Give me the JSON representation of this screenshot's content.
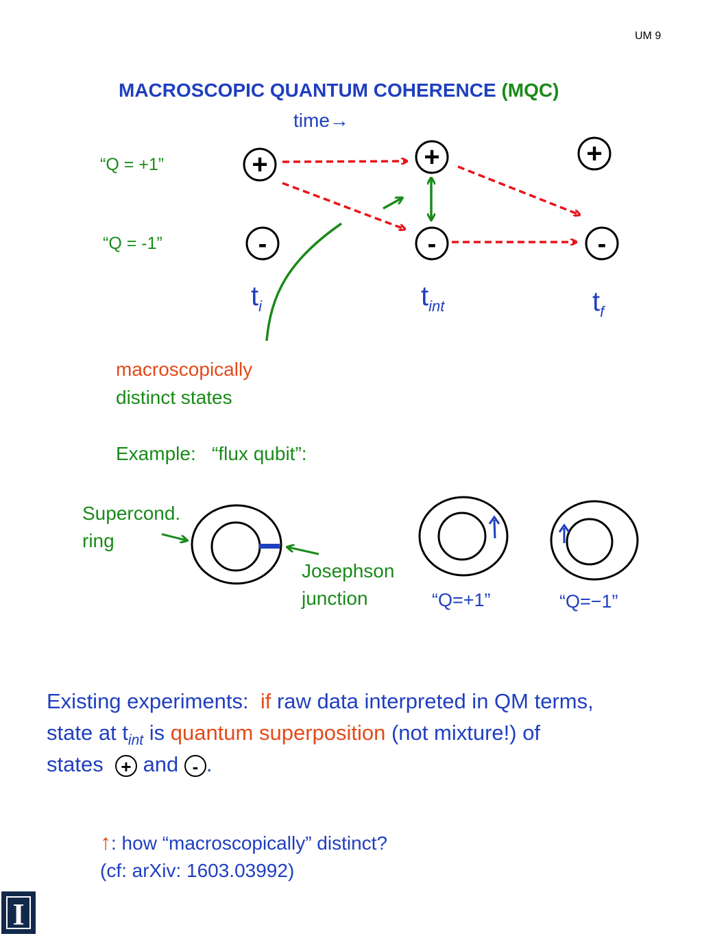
{
  "header": {
    "page_number": "UM 9"
  },
  "title": {
    "main": "MACROSCOPIC QUANTUM COHERENCE",
    "abbr": "(MQC)"
  },
  "time_label": "time→",
  "states": {
    "plus_label": "“Q = +1”",
    "minus_label": "“Q = -1”",
    "plus_symbol": "+",
    "minus_symbol": "-"
  },
  "times": {
    "t": "t",
    "i_sub": "i",
    "int_sub": "int",
    "f_sub": "f"
  },
  "annotation": {
    "line1": "macroscopically",
    "line2": "distinct states"
  },
  "example": "Example:   “flux qubit”:",
  "flux_qubit": {
    "ring_label_1": "Supercond.",
    "ring_label_2": "ring",
    "junction_label_1": "Josephson",
    "junction_label_2": "junction",
    "state_plus": "“Q=+1”",
    "state_minus": "“Q=−1”"
  },
  "conclusion": {
    "part1": "Existing experiments:  ",
    "if": "if",
    "part2": " raw data interpreted in QM terms,",
    "part3": "state at t",
    "int_sub": "int",
    "part4": " is ",
    "qs": "quantum superposition",
    "part5": " (not mixture!) of",
    "part6": "states ",
    "and": " and ",
    "period": "."
  },
  "footnote": {
    "arrow": "↑",
    "line1": ": how “macroscopically” distinct?",
    "line2": "(cf: arXiv: 1603.03992)"
  },
  "logo": {
    "letter": "I"
  },
  "colors": {
    "title_blue": "#1f3fbf",
    "green": "#1a8a1a",
    "red_arrow": "#e8141a",
    "orange_red": "#e34a1a",
    "logo_blue": "#13294b",
    "logo_orange": "#e84a27"
  }
}
